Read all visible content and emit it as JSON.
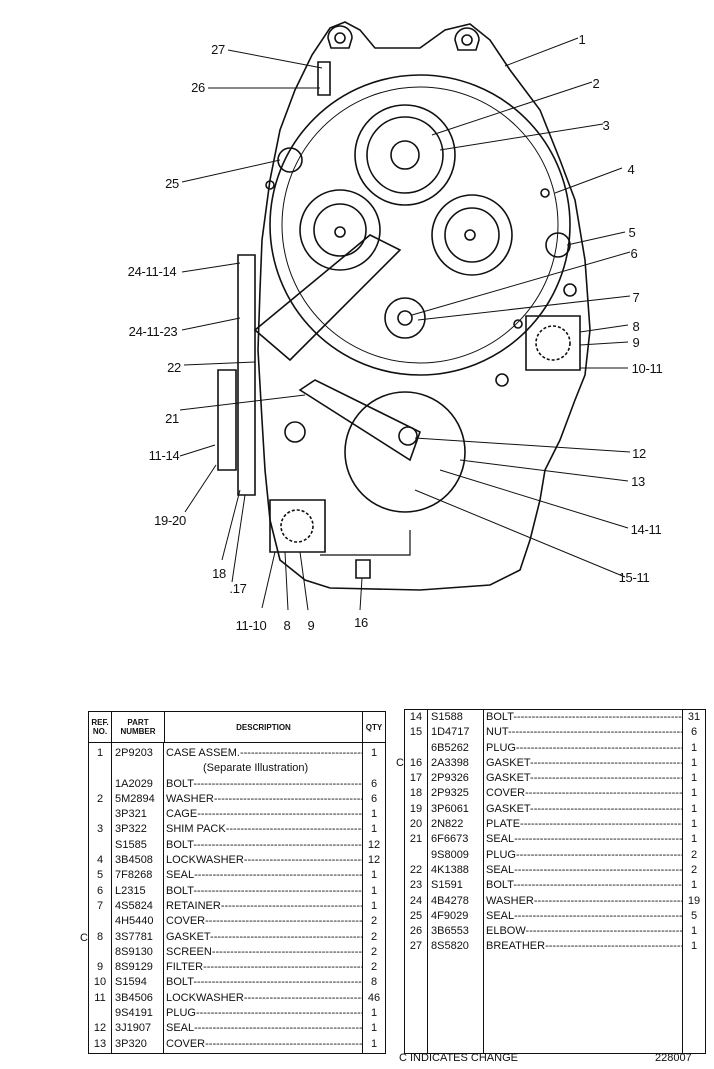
{
  "callouts": [
    "1",
    "2",
    "3",
    "4",
    "5",
    "6",
    "7",
    "8",
    "9",
    "10-11",
    "12",
    "13",
    "14-11",
    "15-11",
    "16",
    "9",
    "8",
    "11-10",
    ".17",
    "18",
    "19-20",
    "11-14",
    "21",
    "22",
    "24-11-23",
    "24-11-14",
    "25",
    "26",
    "27"
  ],
  "table_header": {
    "ref": "REF. NO.",
    "part": "PART NUMBER",
    "desc": "DESCRIPTION",
    "qty": "QTY"
  },
  "left_rows": [
    {
      "ref": "1",
      "part": "2P9203",
      "desc": "CASE ASSEM.",
      "qty": "1"
    },
    {
      "ref": "",
      "part": "",
      "desc": "(Separate Illustration)",
      "qty": ""
    },
    {
      "ref": "",
      "part": "1A2029",
      "desc": "BOLT",
      "qty": "6"
    },
    {
      "ref": "2",
      "part": "5M2894",
      "desc": "WASHER",
      "qty": "6"
    },
    {
      "ref": "",
      "part": "3P321",
      "desc": "CAGE",
      "qty": "1"
    },
    {
      "ref": "3",
      "part": "3P322",
      "desc": "SHIM PACK",
      "qty": "1"
    },
    {
      "ref": "",
      "part": "S1585",
      "desc": "BOLT",
      "qty": "12"
    },
    {
      "ref": "4",
      "part": "3B4508",
      "desc": "LOCKWASHER",
      "qty": "12"
    },
    {
      "ref": "5",
      "part": "7F8268",
      "desc": "SEAL",
      "qty": "1"
    },
    {
      "ref": "6",
      "part": "L2315",
      "desc": "BOLT",
      "qty": "1"
    },
    {
      "ref": "7",
      "part": "4S5824",
      "desc": "RETAINER",
      "qty": "1"
    },
    {
      "ref": "",
      "part": "4H5440",
      "desc": "COVER",
      "qty": "2"
    },
    {
      "ref": "8",
      "part": "3S7781",
      "desc": "GASKET",
      "qty": "2"
    },
    {
      "ref": "",
      "part": "8S9130",
      "desc": "SCREEN",
      "qty": "2"
    },
    {
      "ref": "9",
      "part": "8S9129",
      "desc": "FILTER",
      "qty": "2"
    },
    {
      "ref": "10",
      "part": "S1594",
      "desc": "BOLT",
      "qty": "8"
    },
    {
      "ref": "11",
      "part": "3B4506",
      "desc": "LOCKWASHER",
      "qty": "46"
    },
    {
      "ref": "",
      "part": "9S4191",
      "desc": "PLUG",
      "qty": "1"
    },
    {
      "ref": "12",
      "part": "3J1907",
      "desc": "SEAL",
      "qty": "1"
    },
    {
      "ref": "13",
      "part": "3P320",
      "desc": "COVER",
      "qty": "1"
    }
  ],
  "right_rows": [
    {
      "ref": "14",
      "part": "S1588",
      "desc": "BOLT",
      "qty": "31"
    },
    {
      "ref": "15",
      "part": "1D4717",
      "desc": "NUT",
      "qty": "6"
    },
    {
      "ref": "",
      "part": "6B5262",
      "desc": "PLUG",
      "qty": "1"
    },
    {
      "ref": "16",
      "part": "2A3398",
      "desc": "GASKET",
      "qty": "1"
    },
    {
      "ref": "17",
      "part": "2P9326",
      "desc": "GASKET",
      "qty": "1"
    },
    {
      "ref": "18",
      "part": "2P9325",
      "desc": "COVER",
      "qty": "1"
    },
    {
      "ref": "19",
      "part": "3P6061",
      "desc": "GASKET",
      "qty": "1"
    },
    {
      "ref": "20",
      "part": "2N822",
      "desc": "PLATE",
      "qty": "1"
    },
    {
      "ref": "21",
      "part": "6F6673",
      "desc": "SEAL",
      "qty": "1"
    },
    {
      "ref": "",
      "part": "9S8009",
      "desc": "PLUG",
      "qty": "2"
    },
    {
      "ref": "22",
      "part": "4K1388",
      "desc": "SEAL",
      "qty": "2"
    },
    {
      "ref": "23",
      "part": "S1591",
      "desc": "BOLT",
      "qty": "1"
    },
    {
      "ref": "24",
      "part": "4B4278",
      "desc": "WASHER",
      "qty": "19"
    },
    {
      "ref": "25",
      "part": "4F9029",
      "desc": "SEAL",
      "qty": "5"
    },
    {
      "ref": "26",
      "part": "3B6553",
      "desc": "ELBOW",
      "qty": "1"
    },
    {
      "ref": "27",
      "part": "8S5820",
      "desc": "BREATHER",
      "qty": "1"
    }
  ],
  "change_marks": {
    "left": "C",
    "right": "C"
  },
  "footer": {
    "note": "C INDICATES CHANGE",
    "code": "228007"
  }
}
